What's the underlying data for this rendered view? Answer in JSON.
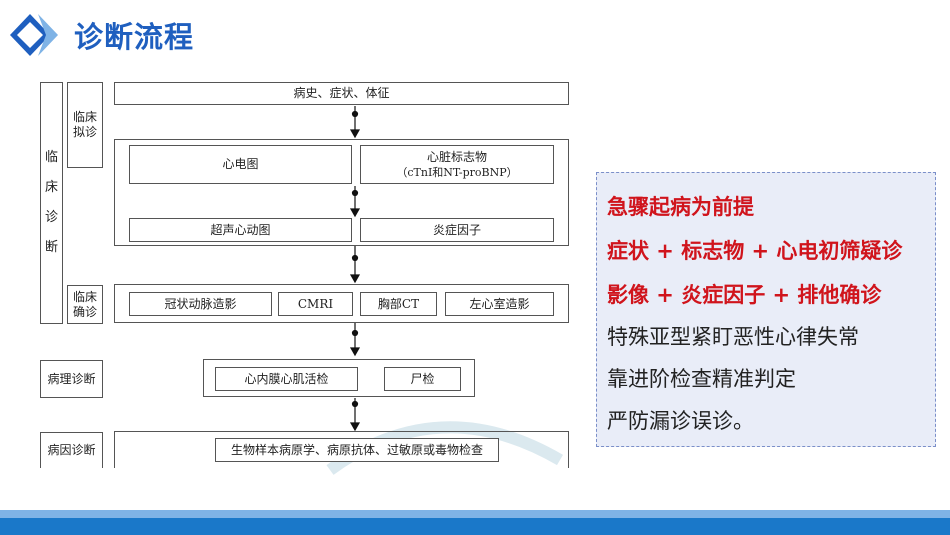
{
  "header": {
    "title": "诊断流程"
  },
  "flow": {
    "left_label": "临床诊断",
    "left_label_chars": [
      "临",
      "床",
      "诊",
      "断"
    ],
    "clinical_suspect": [
      "临床",
      "拟诊"
    ],
    "clinical_confirm": [
      "临床",
      "确诊"
    ],
    "pathology_label": "病理诊断",
    "etiology_label": "病因诊断",
    "history": "病史、症状、体征",
    "ecg": "心电图",
    "biomarker_title": "心脏标志物",
    "biomarker_sub": "（cTnI和NT-proBNP）",
    "echo": "超声心动图",
    "inflammation": "炎症因子",
    "angiography": "冠状动脉造影",
    "cmri": "CMRI",
    "chest_ct": "胸部CT",
    "lv_angiography": "左心室造影",
    "biopsy": "心内膜心肌活检",
    "autopsy": "尸检",
    "etiology_tests": "生物样本病原学、病原抗体、过敏原或毒物检查"
  },
  "panel": {
    "lines": [
      "急骤起病为前提",
      "症状 + 标志物 + 心电初筛疑诊",
      "影像 + 炎症因子 + 排他确诊",
      "特殊亚型紧盯恶性心律失常",
      "靠进阶检查精准判定",
      "严防漏诊误诊。"
    ]
  },
  "colors": {
    "title": "#1f5fbf",
    "emphasis": "#d0141c",
    "panel_bg": "#e9edf8",
    "footer": "#1a78c9"
  }
}
